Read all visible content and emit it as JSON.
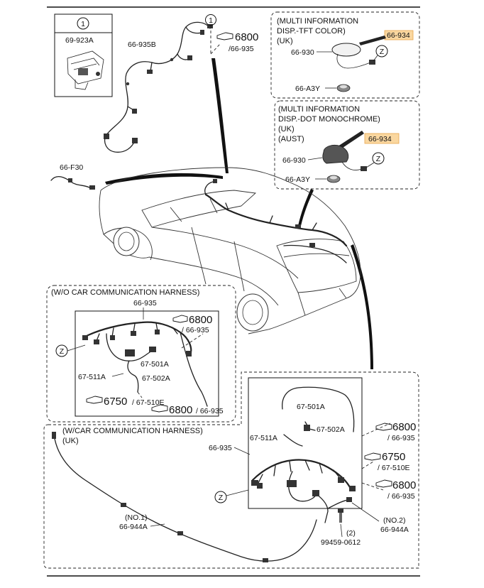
{
  "callouts": {
    "ref_1": "1",
    "part_69_923a": "69-923A",
    "part_66_935b": "66-935B",
    "part_66_f30": "66-F30",
    "top_6800": "6800",
    "top_66_935": "/66-935"
  },
  "tft_box": {
    "title_line1": "(MULTI INFORMATION",
    "title_line2": "DISP.-TFT COLOR)",
    "title_line3": "(UK)",
    "part_66_934": "66-934",
    "part_66_930": "66-930",
    "part_66_a3y": "66-A3Y",
    "z_label": "Z"
  },
  "dot_box": {
    "title_line1": "(MULTI INFORMATION",
    "title_line2": "DISP.-DOT MONOCHROME)",
    "title_line3": "(UK)",
    "title_line4": "(AUST)",
    "part_66_934": "66-934",
    "part_66_930": "66-930",
    "part_66_a3y": "66-A3Y",
    "z_label": "Z"
  },
  "wo_box": {
    "title": "(W/O CAR COMMUNICATION HARNESS)",
    "part_66_935": "66-935",
    "ref_6800_a": "6800",
    "ref_66_935_a": "/ 66-935",
    "part_67_501a": "67-501A",
    "part_67_511a": "67-511A",
    "part_67_502a": "67-502A",
    "ref_6750": "6750",
    "ref_67_510e": "/ 67-510E",
    "ref_6800_b": "6800",
    "ref_66_935_b": "/ 66-935",
    "z_label": "Z"
  },
  "w_box": {
    "title_line1": "(W/CAR COMMUNICATION HARNESS)",
    "title_line2": "(UK)",
    "part_67_501a": "67-501A",
    "part_67_511a": "67-511A",
    "part_67_502a": "67-502A",
    "part_66_935": "66-935",
    "ref_6800_a": "6800",
    "ref_66_935_a": "/ 66-935",
    "ref_6750": "6750",
    "ref_67_510e": "/ 67-510E",
    "ref_6800_b": "6800",
    "ref_66_935_b": "/ 66-935",
    "no1": "(NO.1)",
    "part_66_944a_1": "66-944A",
    "no2": "(NO.2)",
    "part_66_944a_2": "66-944A",
    "qty_2": "(2)",
    "part_99459": "99459-0612",
    "z_label": "Z"
  }
}
